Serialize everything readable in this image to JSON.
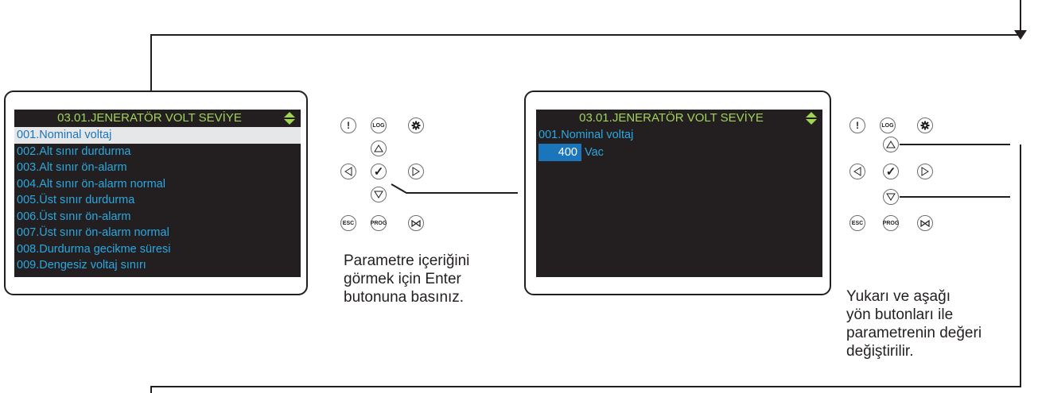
{
  "screen1": {
    "title": "03.01.JENERATÖR VOLT SEVİYE",
    "items": [
      "001.Nominal voltaj",
      "002.Alt sınır durdurma",
      "003.Alt sınır ön-alarm",
      "004.Alt sınır ön-alarm normal",
      "005.Üst sınır durdurma",
      "006.Üst sınır ön-alarm",
      "007.Üst sınır ön-alarm normal",
      "008.Durdurma gecikme süresi",
      "009.Dengesiz voltaj sınırı"
    ],
    "selected_index": 0
  },
  "screen2": {
    "title": "03.01.JENERATÖR VOLT SEVİYE",
    "param": "001.Nominal voltaj",
    "value": "400",
    "unit": "Vac"
  },
  "keys": {
    "alarm": "!",
    "log": "LOG",
    "esc": "ESC",
    "prog": "PROG",
    "enter": "✓"
  },
  "captions": {
    "enter": [
      "Parametre içeriğini",
      "görmek için Enter",
      "butonuna basınız."
    ],
    "updown": [
      "Yukarı ve aşağı",
      "yön  butonları ile",
      "parametrenin değeri",
      "değiştirilir."
    ]
  },
  "colors": {
    "screen_bg": "#231f20",
    "title_text": "#9fd35a",
    "item_text": "#2aa8e0",
    "selection_bg": "#e6e7e8",
    "value_bg": "#1b75bb",
    "line": "#231f20"
  }
}
